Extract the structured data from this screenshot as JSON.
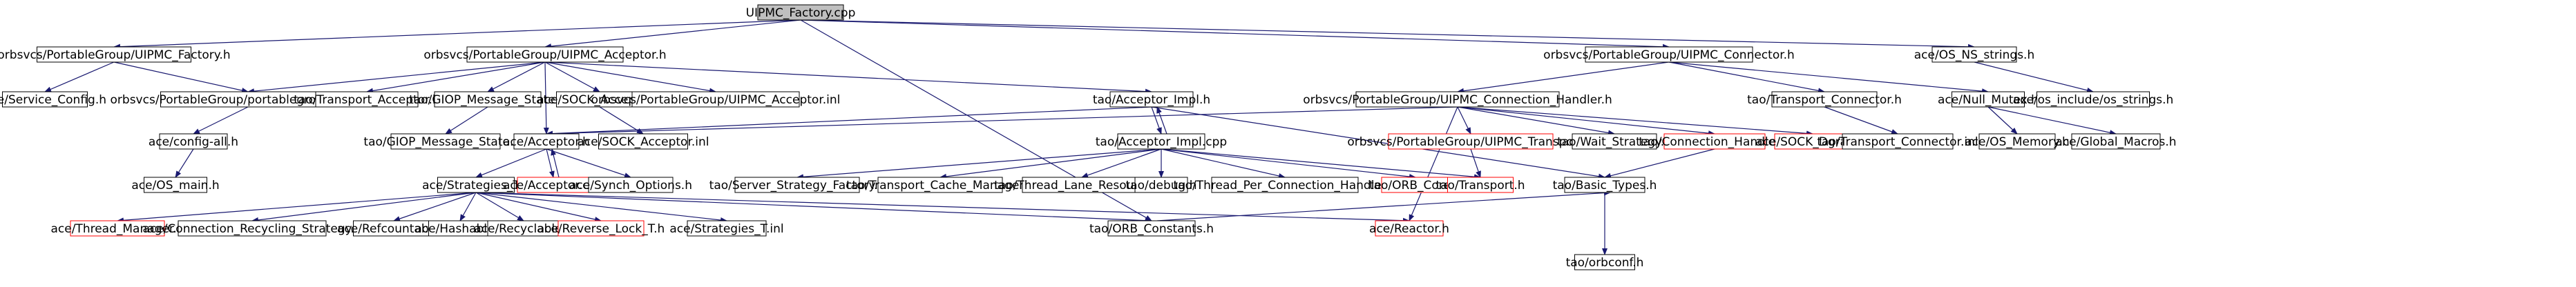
{
  "colors": {
    "edge": "#191970",
    "box_border": "#000000",
    "box_border_missing": "#ff0000",
    "root_fill": "#bfbfbf",
    "box_fill": "#ffffff"
  },
  "nodes": [
    {
      "id": "root",
      "label": "UIPMC_Factory.cpp",
      "kind": "root"
    },
    {
      "id": "factory_h",
      "label": "orbsvcs/PortableGroup/UIPMC_Factory.h",
      "kind": "normal"
    },
    {
      "id": "acceptor_h",
      "label": "orbsvcs/PortableGroup/UIPMC_Acceptor.h",
      "kind": "normal"
    },
    {
      "id": "connector_h",
      "label": "orbsvcs/PortableGroup/UIPMC_Connector.h",
      "kind": "normal"
    },
    {
      "id": "os_ns_strings",
      "label": "ace/OS_NS_strings.h",
      "kind": "normal"
    },
    {
      "id": "service_config",
      "label": "ace/Service_Config.h",
      "kind": "normal"
    },
    {
      "id": "pg_export",
      "label": "orbsvcs/PortableGroup/portablegroup_export.h",
      "kind": "normal"
    },
    {
      "id": "transport_acceptor",
      "label": "tao/Transport_Acceptor.h",
      "kind": "normal"
    },
    {
      "id": "giop_state_h",
      "label": "tao/GIOP_Message_State.h",
      "kind": "normal"
    },
    {
      "id": "sock_acceptor_h",
      "label": "ace/SOCK_Acceptor.h",
      "kind": "normal"
    },
    {
      "id": "uipmc_acceptor_inl",
      "label": "orbsvcs/PortableGroup/UIPMC_Acceptor.inl",
      "kind": "normal"
    },
    {
      "id": "acceptor_impl_h",
      "label": "tao/Acceptor_Impl.h",
      "kind": "normal"
    },
    {
      "id": "conn_handler_h",
      "label": "orbsvcs/PortableGroup/UIPMC_Connection_Handler.h",
      "kind": "normal"
    },
    {
      "id": "transport_connector",
      "label": "tao/Transport_Connector.h",
      "kind": "normal"
    },
    {
      "id": "null_mutex",
      "label": "ace/Null_Mutex.h",
      "kind": "normal"
    },
    {
      "id": "os_include_strings",
      "label": "ace/os_include/os_strings.h",
      "kind": "normal"
    },
    {
      "id": "config_all",
      "label": "ace/config-all.h",
      "kind": "normal"
    },
    {
      "id": "giop_state_inl",
      "label": "tao/GIOP_Message_State.inl",
      "kind": "normal"
    },
    {
      "id": "ace_acceptor_h",
      "label": "ace/Acceptor.h",
      "kind": "normal"
    },
    {
      "id": "sock_acceptor_inl",
      "label": "ace/SOCK_Acceptor.inl",
      "kind": "normal"
    },
    {
      "id": "acceptor_impl_cpp",
      "label": "tao/Acceptor_Impl.cpp",
      "kind": "normal"
    },
    {
      "id": "uipmc_transport",
      "label": "orbsvcs/PortableGroup/UIPMC_Transport.h",
      "kind": "missing"
    },
    {
      "id": "wait_strategy",
      "label": "tao/Wait_Strategy.h",
      "kind": "normal"
    },
    {
      "id": "tao_conn_handler",
      "label": "tao/Connection_Handler.h",
      "kind": "missing"
    },
    {
      "id": "sock_dgram",
      "label": "ace/SOCK_Dgram.h",
      "kind": "missing"
    },
    {
      "id": "transport_connector_inl",
      "label": "tao/Transport_Connector.inl",
      "kind": "normal"
    },
    {
      "id": "os_memory",
      "label": "ace/OS_Memory.h",
      "kind": "normal"
    },
    {
      "id": "global_macros",
      "label": "ace/Global_Macros.h",
      "kind": "normal"
    },
    {
      "id": "os_main",
      "label": "ace/OS_main.h",
      "kind": "normal"
    },
    {
      "id": "strategies_t_h",
      "label": "ace/Strategies_T.h",
      "kind": "normal"
    },
    {
      "id": "ace_acceptor_cpp",
      "label": "ace/Acceptor.cpp",
      "kind": "missing"
    },
    {
      "id": "synch_options",
      "label": "ace/Synch_Options.h",
      "kind": "normal"
    },
    {
      "id": "server_strategy_factory",
      "label": "tao/Server_Strategy_Factory.h",
      "kind": "normal"
    },
    {
      "id": "transport_cache_manager",
      "label": "tao/Transport_Cache_Manager.h",
      "kind": "normal"
    },
    {
      "id": "thread_lane_resources",
      "label": "tao/Thread_Lane_Resources.h",
      "kind": "normal"
    },
    {
      "id": "tao_debug",
      "label": "tao/debug.h",
      "kind": "normal"
    },
    {
      "id": "thread_per_conn",
      "label": "tao/Thread_Per_Connection_Handler.h",
      "kind": "normal"
    },
    {
      "id": "orb_core",
      "label": "tao/ORB_Core.h",
      "kind": "missing"
    },
    {
      "id": "tao_transport",
      "label": "tao/Transport.h",
      "kind": "missing"
    },
    {
      "id": "basic_types",
      "label": "tao/Basic_Types.h",
      "kind": "normal"
    },
    {
      "id": "thread_manager",
      "label": "ace/Thread_Manager.h",
      "kind": "missing"
    },
    {
      "id": "conn_recycling",
      "label": "ace/Connection_Recycling_Strategy.h",
      "kind": "normal"
    },
    {
      "id": "refcountable",
      "label": "ace/Refcountable.h",
      "kind": "normal"
    },
    {
      "id": "hashable",
      "label": "ace/Hashable.h",
      "kind": "normal"
    },
    {
      "id": "recyclable",
      "label": "ace/Recyclable.h",
      "kind": "normal"
    },
    {
      "id": "reverse_lock",
      "label": "ace/Reverse_Lock_T.h",
      "kind": "missing"
    },
    {
      "id": "strategies_t_inl",
      "label": "ace/Strategies_T.inl",
      "kind": "normal"
    },
    {
      "id": "orb_constants",
      "label": "tao/ORB_Constants.h",
      "kind": "normal"
    },
    {
      "id": "ace_reactor",
      "label": "ace/Reactor.h",
      "kind": "missing"
    },
    {
      "id": "orbconf",
      "label": "tao/orbconf.h",
      "kind": "normal"
    }
  ],
  "edges": [
    [
      "root",
      "factory_h"
    ],
    [
      "root",
      "acceptor_h"
    ],
    [
      "root",
      "connector_h"
    ],
    [
      "root",
      "os_ns_strings"
    ],
    [
      "root",
      "orb_constants"
    ],
    [
      "factory_h",
      "service_config"
    ],
    [
      "factory_h",
      "pg_export"
    ],
    [
      "acceptor_h",
      "pg_export"
    ],
    [
      "acceptor_h",
      "transport_acceptor"
    ],
    [
      "acceptor_h",
      "giop_state_h"
    ],
    [
      "acceptor_h",
      "sock_acceptor_h"
    ],
    [
      "acceptor_h",
      "uipmc_acceptor_inl"
    ],
    [
      "acceptor_h",
      "acceptor_impl_h"
    ],
    [
      "acceptor_h",
      "ace_acceptor_h"
    ],
    [
      "connector_h",
      "conn_handler_h"
    ],
    [
      "connector_h",
      "transport_connector"
    ],
    [
      "connector_h",
      "null_mutex"
    ],
    [
      "os_ns_strings",
      "os_include_strings"
    ],
    [
      "pg_export",
      "config_all"
    ],
    [
      "config_all",
      "os_main"
    ],
    [
      "giop_state_h",
      "giop_state_inl"
    ],
    [
      "sock_acceptor_h",
      "sock_acceptor_inl"
    ],
    [
      "acceptor_impl_h",
      "acceptor_impl_cpp"
    ],
    [
      "acceptor_impl_h",
      "ace_acceptor_h"
    ],
    [
      "acceptor_impl_h",
      "basic_types"
    ],
    [
      "acceptor_impl_cpp",
      "acceptor_impl_h"
    ],
    [
      "conn_handler_h",
      "ace_acceptor_h"
    ],
    [
      "conn_handler_h",
      "uipmc_transport"
    ],
    [
      "conn_handler_h",
      "wait_strategy"
    ],
    [
      "conn_handler_h",
      "tao_conn_handler"
    ],
    [
      "conn_handler_h",
      "sock_dgram"
    ],
    [
      "conn_handler_h",
      "ace_reactor"
    ],
    [
      "transport_connector",
      "transport_connector_inl"
    ],
    [
      "null_mutex",
      "os_memory"
    ],
    [
      "null_mutex",
      "global_macros"
    ],
    [
      "ace_acceptor_h",
      "strategies_t_h"
    ],
    [
      "ace_acceptor_h",
      "ace_acceptor_cpp"
    ],
    [
      "ace_acceptor_h",
      "synch_options"
    ],
    [
      "ace_acceptor_cpp",
      "ace_acceptor_h"
    ],
    [
      "acceptor_impl_cpp",
      "server_strategy_factory"
    ],
    [
      "acceptor_impl_cpp",
      "transport_cache_manager"
    ],
    [
      "acceptor_impl_cpp",
      "thread_lane_resources"
    ],
    [
      "acceptor_impl_cpp",
      "tao_debug"
    ],
    [
      "acceptor_impl_cpp",
      "thread_per_conn"
    ],
    [
      "acceptor_impl_cpp",
      "orb_core"
    ],
    [
      "acceptor_impl_cpp",
      "tao_transport"
    ],
    [
      "uipmc_transport",
      "tao_transport"
    ],
    [
      "tao_conn_handler",
      "basic_types"
    ],
    [
      "strategies_t_h",
      "thread_manager"
    ],
    [
      "strategies_t_h",
      "conn_recycling"
    ],
    [
      "strategies_t_h",
      "refcountable"
    ],
    [
      "strategies_t_h",
      "hashable"
    ],
    [
      "strategies_t_h",
      "recyclable"
    ],
    [
      "strategies_t_h",
      "reverse_lock"
    ],
    [
      "strategies_t_h",
      "strategies_t_inl"
    ],
    [
      "strategies_t_h",
      "ace_reactor"
    ],
    [
      "strategies_t_h",
      "orb_constants"
    ],
    [
      "orb_constants",
      "basic_types"
    ],
    [
      "basic_types",
      "orbconf"
    ]
  ]
}
